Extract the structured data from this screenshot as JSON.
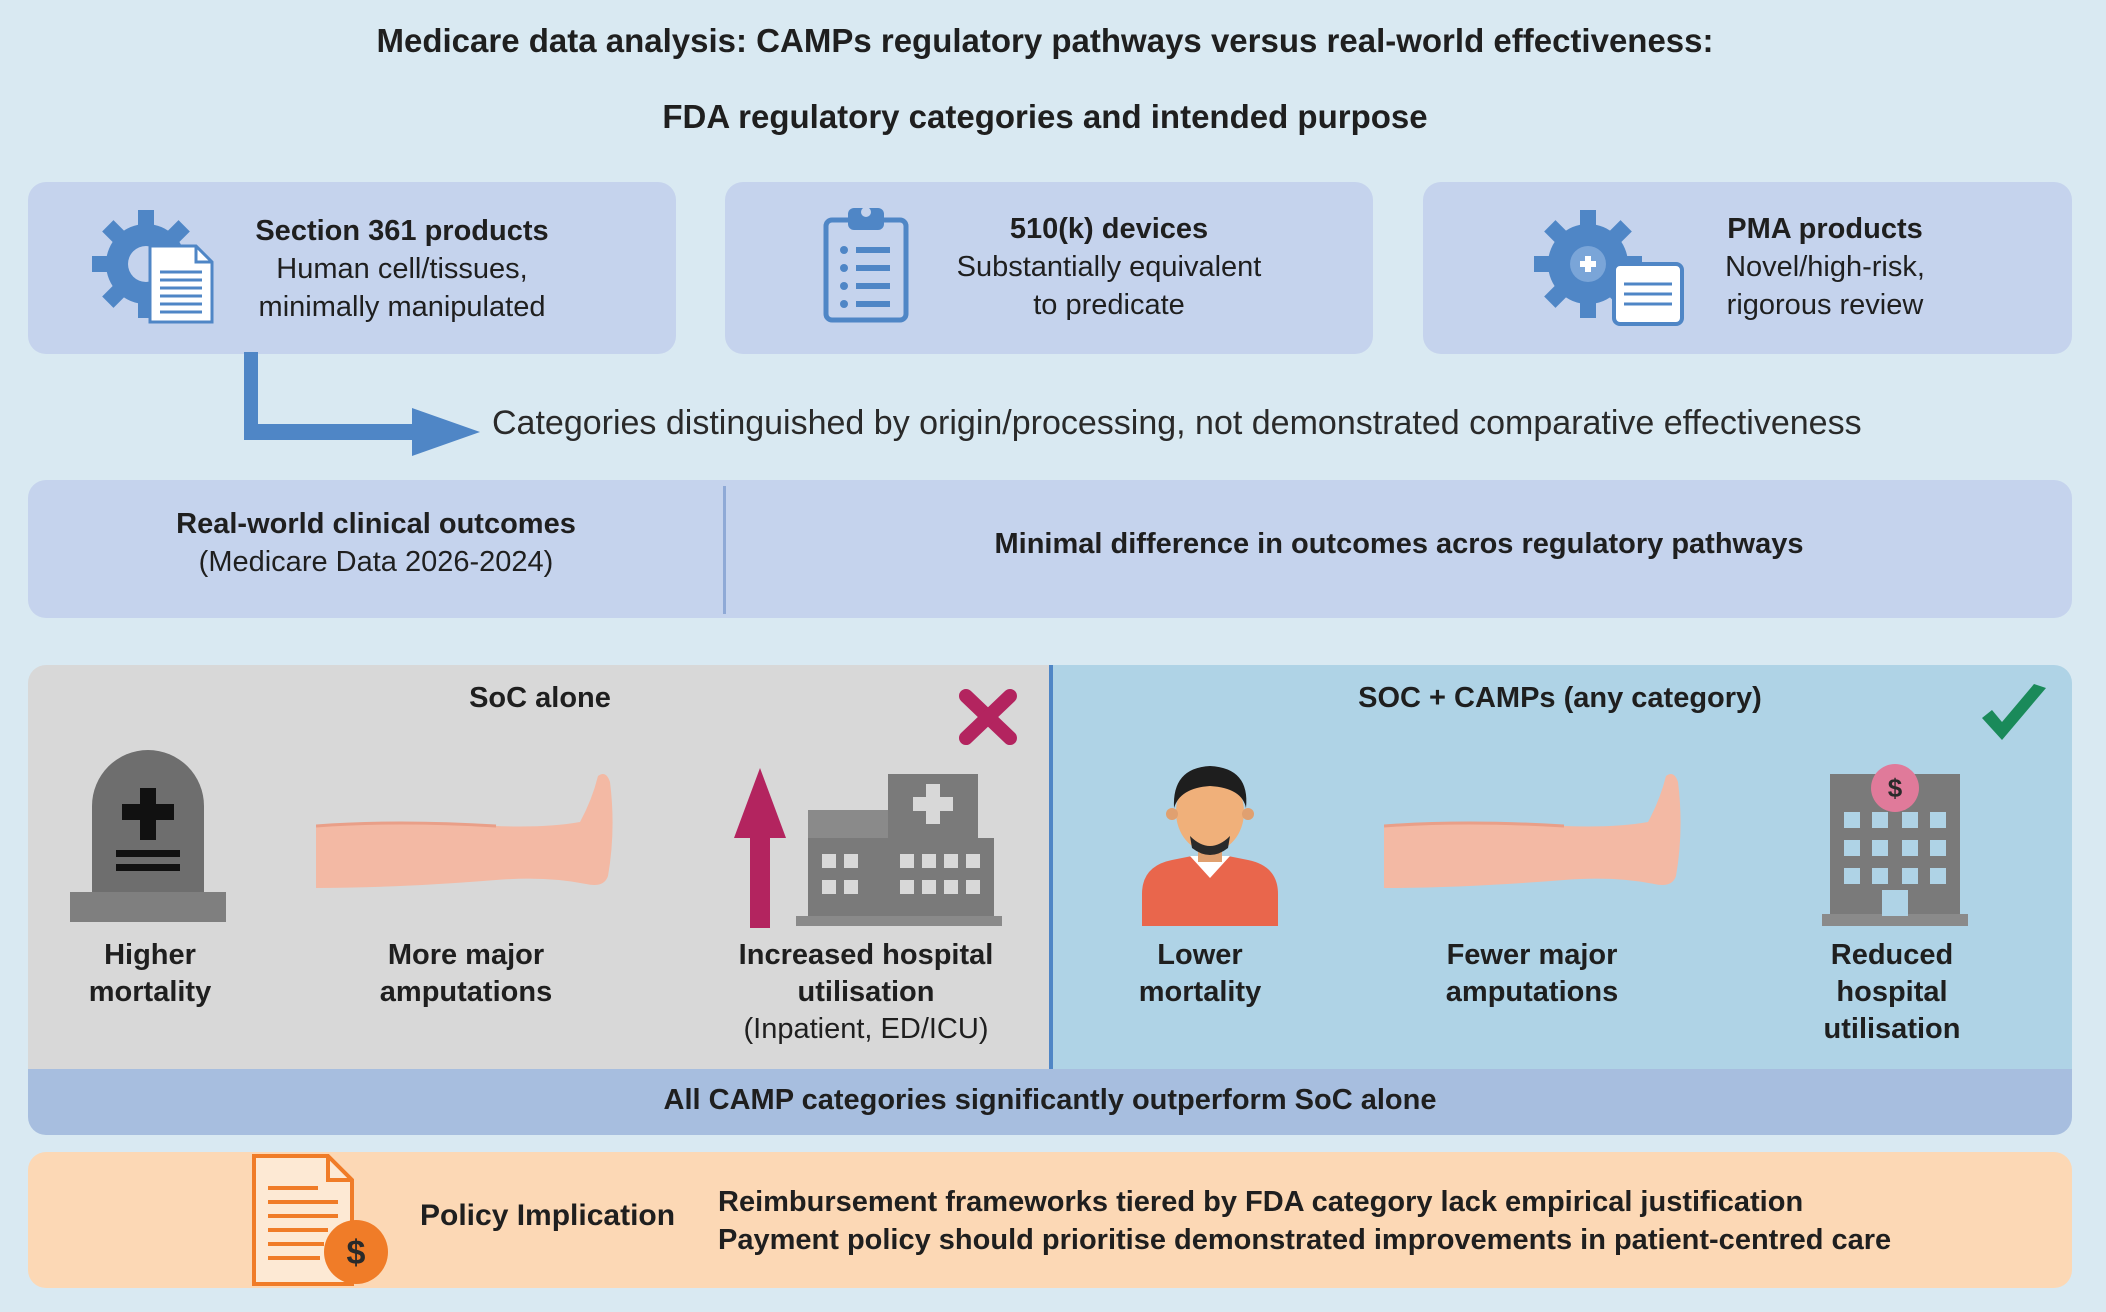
{
  "header": {
    "title": "Medicare data analysis: CAMPs regulatory pathways versus real-world effectiveness:",
    "subtitle": "FDA regulatory categories and intended purpose"
  },
  "categories": [
    {
      "name": "Section 361 products",
      "line1": "Human cell/tissues,",
      "line2": "minimally manipulated",
      "icon": "gear-document-icon"
    },
    {
      "name": "510(k) devices",
      "line1": "Substantially equivalent",
      "line2": "to predicate",
      "icon": "clipboard-icon"
    },
    {
      "name": "PMA products",
      "line1": "Novel/high-risk,",
      "line2": "rigorous review",
      "icon": "gear-medical-card-icon"
    }
  ],
  "note": "Categories distinguished by origin/processing, not demonstrated comparative effectiveness",
  "real_world": {
    "title": "Real-world clinical outcomes",
    "source": "(Medicare Data 2026-2024)",
    "finding": "Minimal difference in outcomes acros regulatory pathways"
  },
  "soc_alone": {
    "title": "SoC alone",
    "outcomes": [
      {
        "line1": "Higher",
        "line2": "mortality",
        "icon": "tombstone-icon"
      },
      {
        "line1": "More major",
        "line2": "amputations",
        "icon": "leg-icon"
      },
      {
        "line1": "Increased hospital",
        "line2": "utilisation",
        "line3": "(Inpatient, ED/ICU)",
        "icon": "hospital-up-arrow-icon"
      }
    ],
    "status_icon": "cross-mark-icon"
  },
  "soc_camps": {
    "title": "SOC + CAMPs (any category)",
    "outcomes": [
      {
        "line1": "Lower",
        "line2": "mortality",
        "icon": "person-icon"
      },
      {
        "line1": "Fewer major",
        "line2": "amputations",
        "icon": "leg-icon"
      },
      {
        "line1": "Reduced",
        "line2": "hospital",
        "line3": "utilisation",
        "icon": "hospital-dollar-icon"
      }
    ],
    "status_icon": "check-mark-icon"
  },
  "summary": "All CAMP categories significantly outperform SoC alone",
  "policy": {
    "label": "Policy Implication",
    "line1": "Reimbursement frameworks tiered by FDA category lack empirical justification",
    "line2": "Payment policy should prioritise demonstrated improvements in patient-centred care",
    "icon": "document-dollar-icon",
    "dollar_sign": "$"
  },
  "colors": {
    "background": "#d9e9f2",
    "card": "#c5d3ed",
    "icon_blue": "#4f86c6",
    "soc_panel": "#d8d8d8",
    "camps_panel": "#afd3e6",
    "cross": "#b3245f",
    "check": "#1a8a5a",
    "policy": "#fcd8b5"
  }
}
